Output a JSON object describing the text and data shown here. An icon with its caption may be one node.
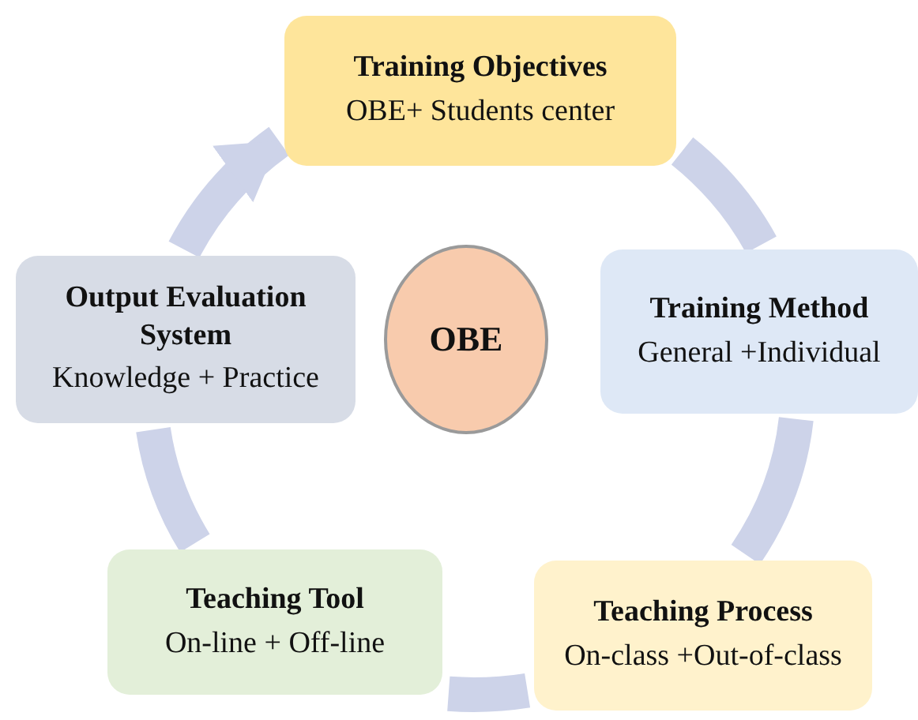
{
  "diagram": {
    "nodes": [
      {
        "text": [
          "Training Objectives",
          "OBE+ Students center"
        ]
      },
      {
        "text": [
          "Training Method",
          "General +Individual"
        ]
      },
      {
        "text": [
          "Teaching Process",
          "On-class +Out-of-class"
        ]
      },
      {
        "text": [
          "Teaching Tool",
          "On-line + Off-line"
        ]
      },
      {
        "text": [
          "Output Evaluation System",
          "Knowledge + Practice"
        ]
      },
      {
        "text": [
          "OBE"
        ]
      }
    ],
    "edges": [
      {
        "from": 0,
        "to": 1,
        "arrow": "none"
      },
      {
        "from": 1,
        "to": 2,
        "arrow": "none"
      },
      {
        "from": 2,
        "to": 3,
        "arrow": "none"
      },
      {
        "from": 3,
        "to": 4,
        "arrow": "none"
      },
      {
        "from": 4,
        "to": 0,
        "arrow": "to"
      }
    ]
  }
}
